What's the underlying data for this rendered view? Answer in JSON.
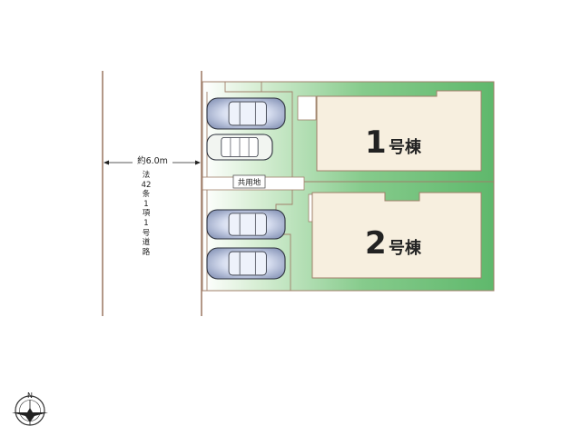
{
  "road": {
    "width_label": "約6.0m",
    "vertical_label": [
      "法",
      "42",
      "条",
      "1",
      "項",
      "1",
      "号",
      "道",
      "路"
    ]
  },
  "shared_land_label": "共用地",
  "buildings": [
    {
      "number": "1",
      "suffix": "号棟"
    },
    {
      "number": "2",
      "suffix": "号棟"
    }
  ],
  "compass_letter": "N",
  "colors": {
    "lot_green": "#69bf75",
    "lot_green_light": "#c9e8c8",
    "building_fill": "#f7efdf",
    "boundary": "#a07f6a",
    "car_body": "#9aa8c6",
    "car_glass": "#e8eefb"
  }
}
